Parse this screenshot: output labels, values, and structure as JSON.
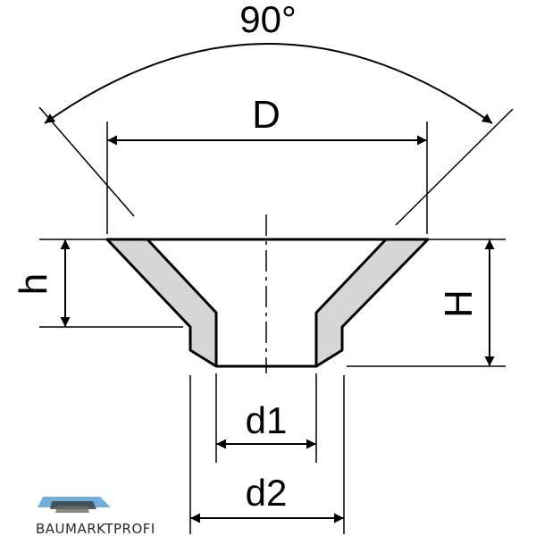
{
  "labels": {
    "angle": "90°",
    "diameter_outer": "D",
    "height_h": "h",
    "height_H": "H",
    "diameter_d1": "d1",
    "diameter_d2": "d2"
  },
  "logo": {
    "text": "BAUMARKTPROFI"
  },
  "colors": {
    "section_fill": "#d6d6d6",
    "line": "#000000",
    "logo_blue": "#5a9fd4",
    "logo_dark": "#3a3a3a"
  }
}
